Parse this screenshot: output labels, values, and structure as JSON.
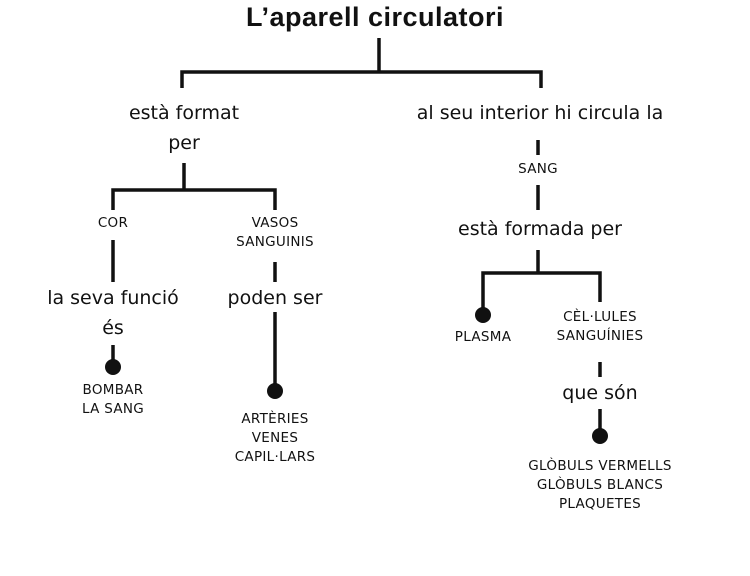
{
  "title": "L’aparell circulatori",
  "left_branch": {
    "relation": [
      "està format",
      "per"
    ],
    "children": [
      {
        "concept": [
          "COR"
        ],
        "relation": [
          "la seva funció",
          "és"
        ],
        "result": [
          "BOMBAR",
          "LA SANG"
        ]
      },
      {
        "concept": [
          "VASOS",
          "SANGUINIS"
        ],
        "relation": [
          "poden ser"
        ],
        "result": [
          "ARTÈRIES",
          "VENES",
          "CAPIL·LARS"
        ]
      }
    ]
  },
  "right_branch": {
    "relation": [
      "al seu interior hi circula la"
    ],
    "concept": [
      "SANG"
    ],
    "relation2": [
      "està formada per"
    ],
    "children": [
      {
        "concept": [
          "PLASMA"
        ]
      },
      {
        "concept": [
          "CÈL·LULES",
          "SANGUÍNIES"
        ],
        "relation": [
          "que són"
        ],
        "result": [
          "GLÒBULS VERMELLS",
          "GLÒBULS BLANCS",
          "PLAQUETES"
        ]
      }
    ]
  }
}
